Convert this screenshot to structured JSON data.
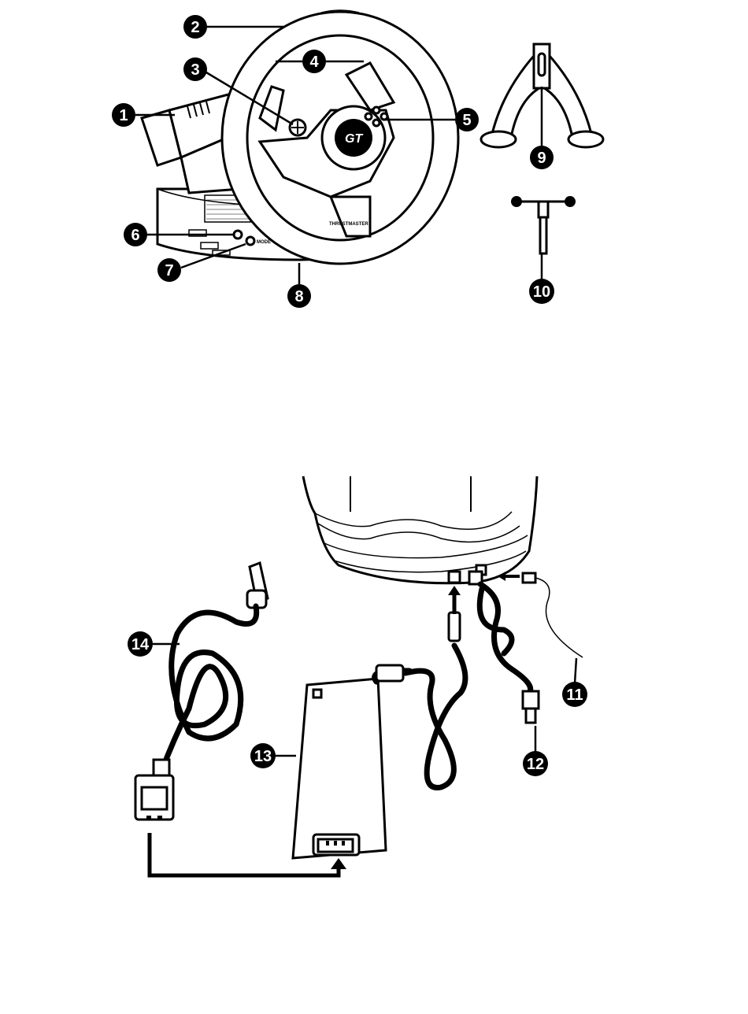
{
  "callouts": [
    {
      "id": 1,
      "label": "1"
    },
    {
      "id": 2,
      "label": "2"
    },
    {
      "id": 3,
      "label": "3"
    },
    {
      "id": 4,
      "label": "4"
    },
    {
      "id": 5,
      "label": "5"
    },
    {
      "id": 6,
      "label": "6"
    },
    {
      "id": 7,
      "label": "7"
    },
    {
      "id": 8,
      "label": "8"
    },
    {
      "id": 9,
      "label": "9"
    },
    {
      "id": 10,
      "label": "10"
    },
    {
      "id": 11,
      "label": "11"
    },
    {
      "id": 12,
      "label": "12"
    },
    {
      "id": 13,
      "label": "13"
    },
    {
      "id": 14,
      "label": "14"
    }
  ],
  "device_texts": {
    "mode_label": "MODE",
    "brand_label": "THRUSTMASTER"
  },
  "colors": {
    "ink": "#000000",
    "paper": "#ffffff"
  }
}
